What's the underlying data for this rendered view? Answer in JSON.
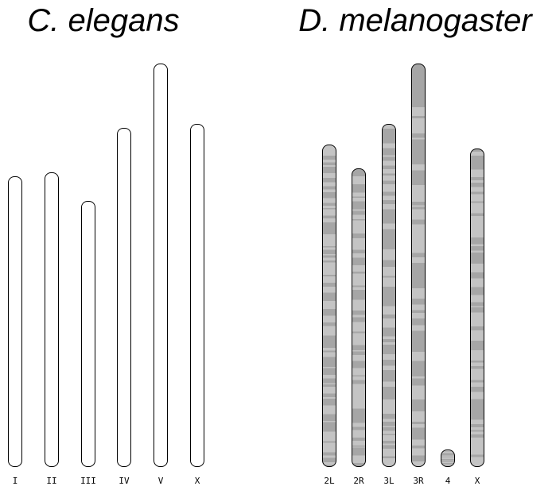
{
  "figure": {
    "panels": [
      {
        "id": "celegans",
        "title": "C. elegans",
        "banding": false,
        "chromosomes": [
          {
            "label": "I",
            "relative_length": 0.72
          },
          {
            "label": "II",
            "relative_length": 0.73
          },
          {
            "label": "III",
            "relative_length": 0.66
          },
          {
            "label": "IV",
            "relative_length": 0.84
          },
          {
            "label": "V",
            "relative_length": 1.0
          },
          {
            "label": "X",
            "relative_length": 0.85
          }
        ]
      },
      {
        "id": "dmel",
        "title": "D. melanogaster",
        "banding": true,
        "chromosomes": [
          {
            "label": "2L",
            "relative_length": 0.8
          },
          {
            "label": "2R",
            "relative_length": 0.74
          },
          {
            "label": "3L",
            "relative_length": 0.85
          },
          {
            "label": "3R",
            "relative_length": 1.0
          },
          {
            "label": "4",
            "relative_length": 0.04
          },
          {
            "label": "X",
            "relative_length": 0.79
          }
        ]
      }
    ],
    "colors": {
      "outline": "#000000",
      "fill": "#ffffff",
      "band_light": "#c4c4c4",
      "band_dark": "#a6a6a6"
    }
  }
}
